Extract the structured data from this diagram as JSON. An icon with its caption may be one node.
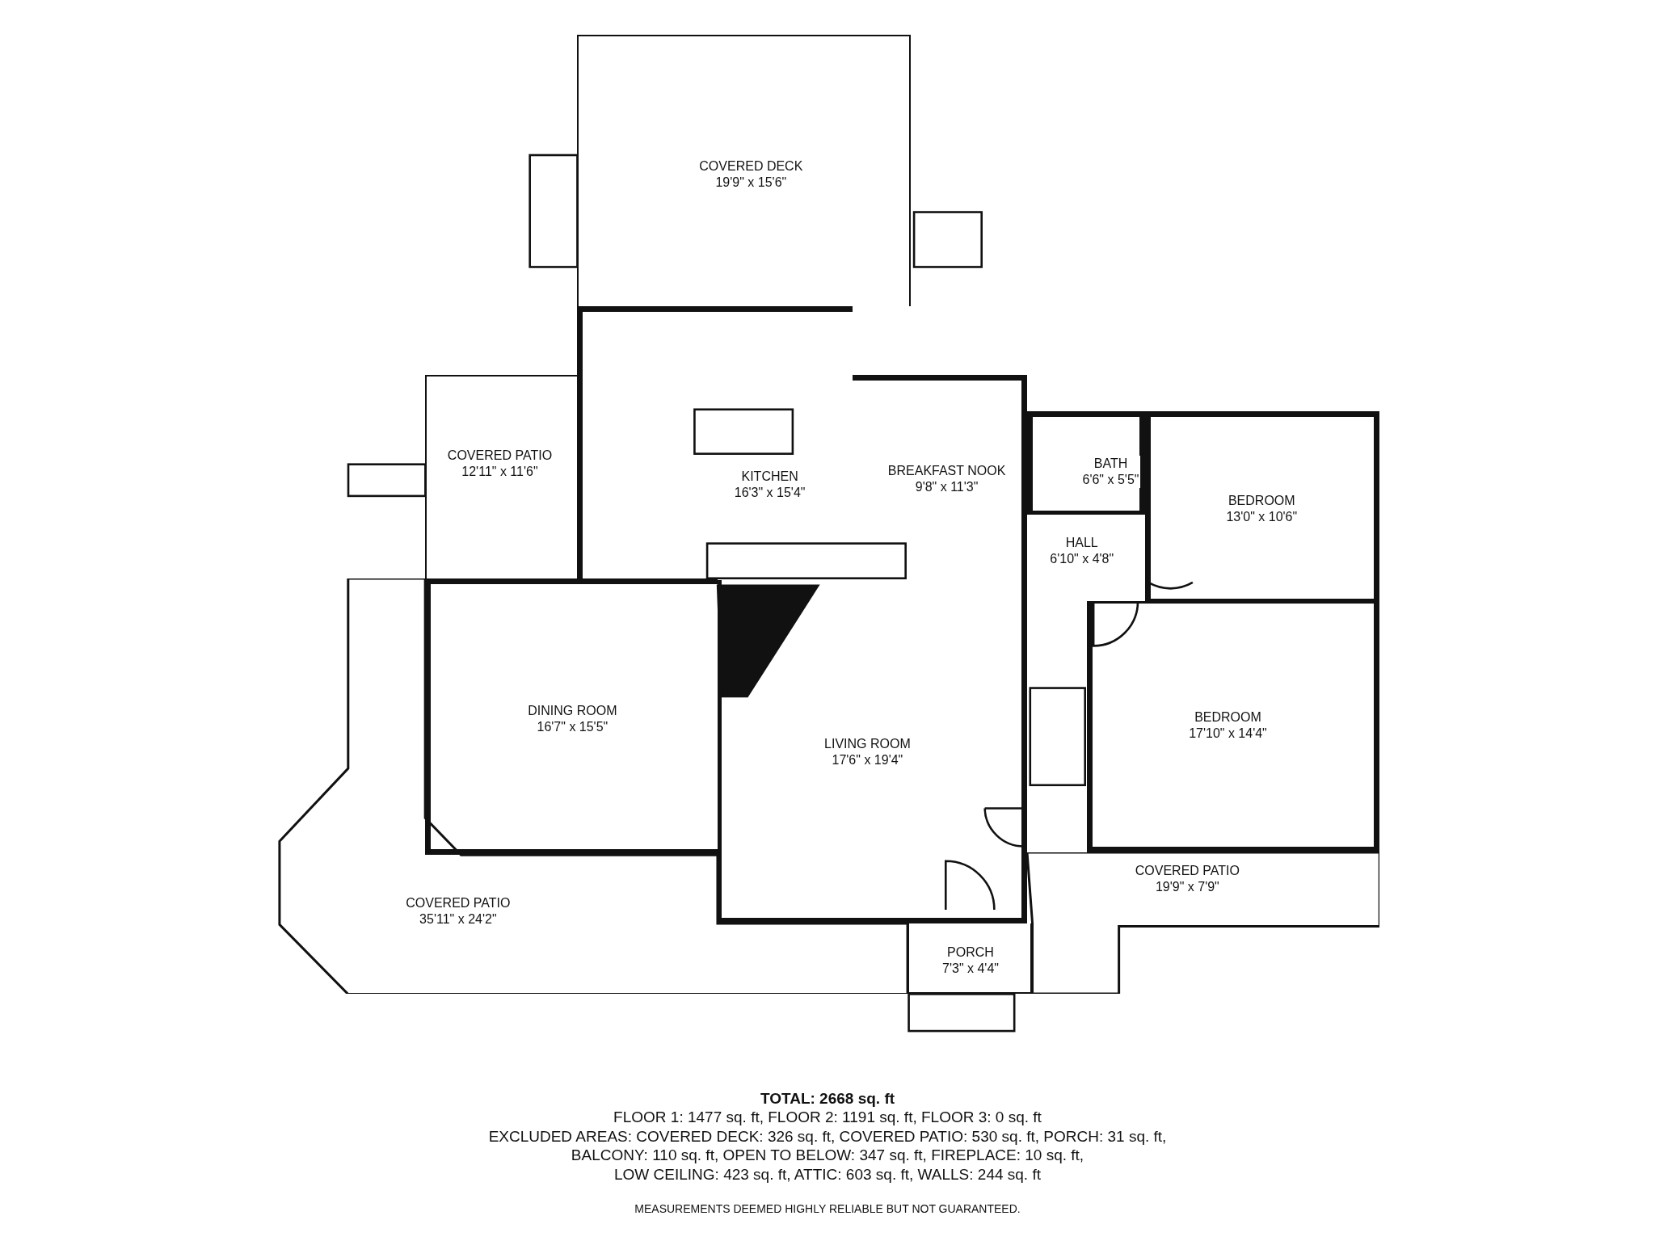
{
  "diagram": {
    "title": "TOTAL: 2668 sq. ft",
    "nodes": [
      {
        "text": [
          "COVERED DECK",
          "19'9\" x 15'6\""
        ]
      },
      {
        "text": [
          "COVERED PATIO",
          "12'11\" x 11'6\""
        ]
      },
      {
        "text": [
          "KITCHEN",
          "16'3\" x 15'4\""
        ]
      },
      {
        "text": [
          "BREAKFAST NOOK",
          "9'8\" x 11'3\""
        ]
      },
      {
        "text": [
          "BATH",
          "6'6\" x 5'5\""
        ]
      },
      {
        "text": [
          "BEDROOM",
          "13'0\" x 10'6\""
        ]
      },
      {
        "text": [
          "HALL",
          "6'10\" x 4'8\""
        ]
      },
      {
        "text": [
          "DINING ROOM",
          "16'7\" x 15'5\""
        ]
      },
      {
        "text": [
          "LIVING ROOM",
          "17'6\" x 19'4\""
        ]
      },
      {
        "text": [
          "BEDROOM",
          "17'10\" x 14'4\""
        ]
      },
      {
        "text": [
          "COVERED PATIO",
          "19'9\" x 7'9\""
        ]
      },
      {
        "text": [
          "COVERED PATIO",
          "35'11\" x 24'2\""
        ]
      },
      {
        "text": [
          "PORCH",
          "7'3\" x 4'4\""
        ]
      }
    ],
    "labels": [
      "FLOOR 1: 1477 sq. ft, FLOOR 2: 1191 sq. ft, FLOOR 3: 0 sq. ft",
      "EXCLUDED AREAS: COVERED DECK: 326 sq. ft, COVERED PATIO: 530 sq. ft, PORCH: 31 sq. ft,",
      "BALCONY: 110 sq. ft, OPEN TO BELOW: 347 sq. ft, FIREPLACE: 10 sq. ft,",
      "LOW CEILING: 423 sq. ft, ATTIC: 603 sq. ft, WALLS: 244 sq. ft",
      "MEASUREMENTS DEEMED HIGHLY RELIABLE BUT NOT GUARANTEED."
    ]
  }
}
